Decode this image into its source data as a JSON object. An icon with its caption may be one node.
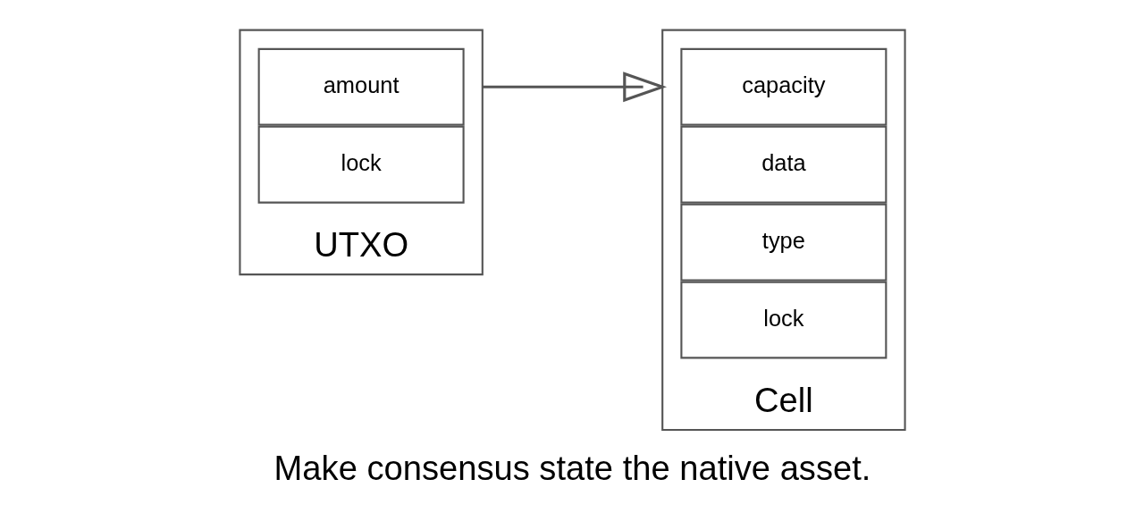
{
  "diagram": {
    "caption": "Make consensus state the native asset.",
    "nodes": [
      {
        "text": [
          "UTXO"
        ]
      },
      {
        "text": [
          "amount"
        ],
        "in": 0
      },
      {
        "text": [
          "lock"
        ],
        "in": 0
      },
      {
        "text": [
          "Cell"
        ]
      },
      {
        "text": [
          "capacity"
        ],
        "in": 3
      },
      {
        "text": [
          "data"
        ],
        "in": 3
      },
      {
        "text": [
          "type"
        ],
        "in": 3
      },
      {
        "text": [
          "lock"
        ],
        "in": 3
      }
    ],
    "edges": [
      {
        "from": 0,
        "to": 3,
        "arrow": "to"
      }
    ]
  }
}
